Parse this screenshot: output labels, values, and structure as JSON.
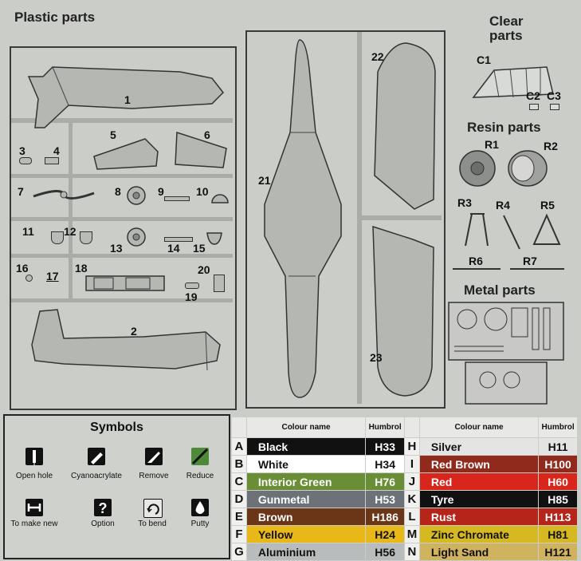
{
  "sections": {
    "plastic": "Plastic parts",
    "clear": "Clear parts",
    "resin": "Resin parts",
    "metal": "Metal parts",
    "symbols": "Symbols"
  },
  "plastic_parts": [
    "1",
    "2",
    "3",
    "4",
    "5",
    "6",
    "7",
    "8",
    "9",
    "10",
    "11",
    "12",
    "13",
    "14",
    "15",
    "16",
    "17",
    "18",
    "19",
    "20",
    "21",
    "22",
    "23"
  ],
  "clear_parts": [
    "C1",
    "C2",
    "C3"
  ],
  "resin_parts": [
    "R1",
    "R2",
    "R3",
    "R4",
    "R5",
    "R6",
    "R7"
  ],
  "symbols": [
    {
      "label": "Open hole",
      "icon": "drill-icon"
    },
    {
      "label": "Cyanoacrylate",
      "icon": "glue-icon"
    },
    {
      "label": "Remove",
      "icon": "knife-icon"
    },
    {
      "label": "Reduce",
      "icon": "file-icon"
    },
    {
      "label": "To make new",
      "icon": "clamp-icon"
    },
    {
      "label": "Option",
      "icon": "question-icon"
    },
    {
      "label": "To bend",
      "icon": "bend-icon"
    },
    {
      "label": "Putty",
      "icon": "drop-icon"
    }
  ],
  "colour_table": {
    "header_name": "Colour name",
    "header_code": "Humbrol",
    "rows": [
      {
        "left": {
          "letter": "A",
          "name": "Black",
          "code": "H33",
          "bg": "#111111",
          "fg": "#ffffff"
        },
        "right": {
          "letter": "H",
          "name": "Silver",
          "code": "H11",
          "bg": "#e4e4e2",
          "fg": "#111111"
        }
      },
      {
        "left": {
          "letter": "B",
          "name": "White",
          "code": "H34",
          "bg": "#ffffff",
          "fg": "#111111"
        },
        "right": {
          "letter": "I",
          "name": "Red Brown",
          "code": "H100",
          "bg": "#8f2a1c",
          "fg": "#ffffff"
        }
      },
      {
        "left": {
          "letter": "C",
          "name": "Interior Green",
          "code": "H76",
          "bg": "#6a8e36",
          "fg": "#ffffff"
        },
        "right": {
          "letter": "J",
          "name": "Red",
          "code": "H60",
          "bg": "#d8261c",
          "fg": "#ffffff"
        }
      },
      {
        "left": {
          "letter": "D",
          "name": "Gunmetal",
          "code": "H53",
          "bg": "#6c7278",
          "fg": "#ffffff"
        },
        "right": {
          "letter": "K",
          "name": "Tyre",
          "code": "H85",
          "bg": "#111111",
          "fg": "#ffffff"
        }
      },
      {
        "left": {
          "letter": "E",
          "name": "Brown",
          "code": "H186",
          "bg": "#6b3518",
          "fg": "#ffffff"
        },
        "right": {
          "letter": "L",
          "name": "Rust",
          "code": "H113",
          "bg": "#b5251a",
          "fg": "#ffffff"
        }
      },
      {
        "left": {
          "letter": "F",
          "name": "Yellow",
          "code": "H24",
          "bg": "#e8b818",
          "fg": "#111111"
        },
        "right": {
          "letter": "M",
          "name": "Zinc Chromate",
          "code": "H81",
          "bg": "#d6b820",
          "fg": "#111111"
        }
      },
      {
        "left": {
          "letter": "G",
          "name": "Aluminium",
          "code": "H56",
          "bg": "#b9bcbd",
          "fg": "#111111"
        },
        "right": {
          "letter": "N",
          "name": "Light Sand",
          "code": "H121",
          "bg": "#cfb35e",
          "fg": "#111111"
        }
      }
    ]
  }
}
